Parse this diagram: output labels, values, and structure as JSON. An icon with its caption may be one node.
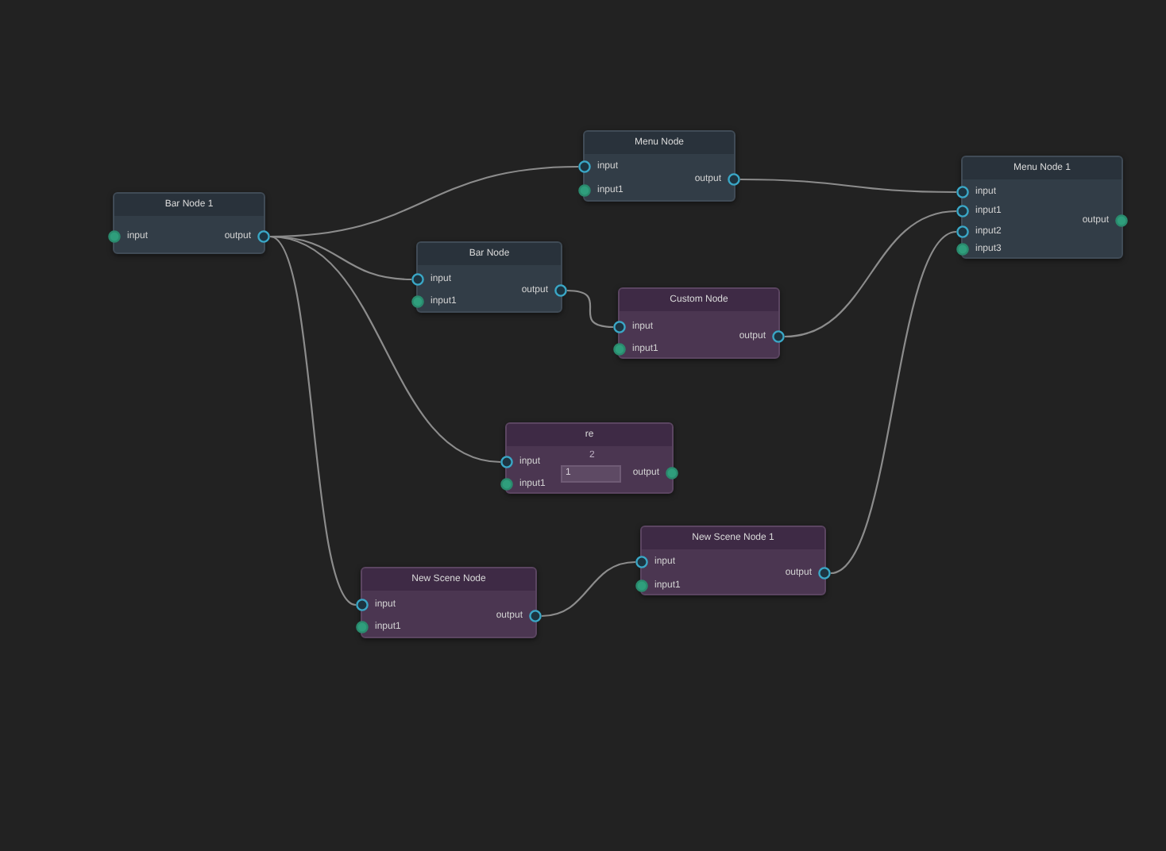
{
  "diagram": {
    "nodes": [
      {
        "text": [
          "Bar Node 1"
        ]
      },
      {
        "text": [
          "input"
        ],
        "in": 0
      },
      {
        "text": [
          "output"
        ],
        "in": 0
      },
      {
        "text": [
          "Menu Node"
        ]
      },
      {
        "text": [
          "input"
        ],
        "in": 3
      },
      {
        "text": [
          "input1"
        ],
        "in": 3
      },
      {
        "text": [
          "output"
        ],
        "in": 3
      },
      {
        "text": [
          "Bar Node"
        ]
      },
      {
        "text": [
          "input"
        ],
        "in": 7
      },
      {
        "text": [
          "input1"
        ],
        "in": 7
      },
      {
        "text": [
          "output"
        ],
        "in": 7
      },
      {
        "text": [
          "Custom Node"
        ]
      },
      {
        "text": [
          "input"
        ],
        "in": 11
      },
      {
        "text": [
          "input1"
        ],
        "in": 11
      },
      {
        "text": [
          "output"
        ],
        "in": 11
      },
      {
        "text": [
          "re",
          "2",
          "1"
        ]
      },
      {
        "text": [
          "input"
        ],
        "in": 15
      },
      {
        "text": [
          "input1"
        ],
        "in": 15
      },
      {
        "text": [
          "output"
        ],
        "in": 15
      },
      {
        "text": [
          "New Scene Node"
        ]
      },
      {
        "text": [
          "input"
        ],
        "in": 19
      },
      {
        "text": [
          "input1"
        ],
        "in": 19
      },
      {
        "text": [
          "output"
        ],
        "in": 19
      },
      {
        "text": [
          "New Scene Node 1"
        ]
      },
      {
        "text": [
          "input"
        ],
        "in": 23
      },
      {
        "text": [
          "input1"
        ],
        "in": 23
      },
      {
        "text": [
          "output"
        ],
        "in": 23
      },
      {
        "text": [
          "Menu Node 1"
        ]
      },
      {
        "text": [
          "input"
        ],
        "in": 27
      },
      {
        "text": [
          "input1"
        ],
        "in": 27
      },
      {
        "text": [
          "input2"
        ],
        "in": 27
      },
      {
        "text": [
          "input3"
        ],
        "in": 27
      },
      {
        "text": [
          "output"
        ],
        "in": 27
      }
    ],
    "edges": [
      {
        "from": 2,
        "to": 4,
        "arrow": "none"
      },
      {
        "from": 2,
        "to": 8,
        "arrow": "none"
      },
      {
        "from": 2,
        "to": 16,
        "arrow": "none"
      },
      {
        "from": 2,
        "to": 20,
        "arrow": "none"
      },
      {
        "from": 6,
        "to": 28,
        "arrow": "none"
      },
      {
        "from": 10,
        "to": 12,
        "arrow": "none"
      },
      {
        "from": 14,
        "to": 29,
        "arrow": "none"
      },
      {
        "from": 22,
        "to": 24,
        "arrow": "none"
      },
      {
        "from": 26,
        "to": 30,
        "arrow": "none"
      }
    ]
  }
}
